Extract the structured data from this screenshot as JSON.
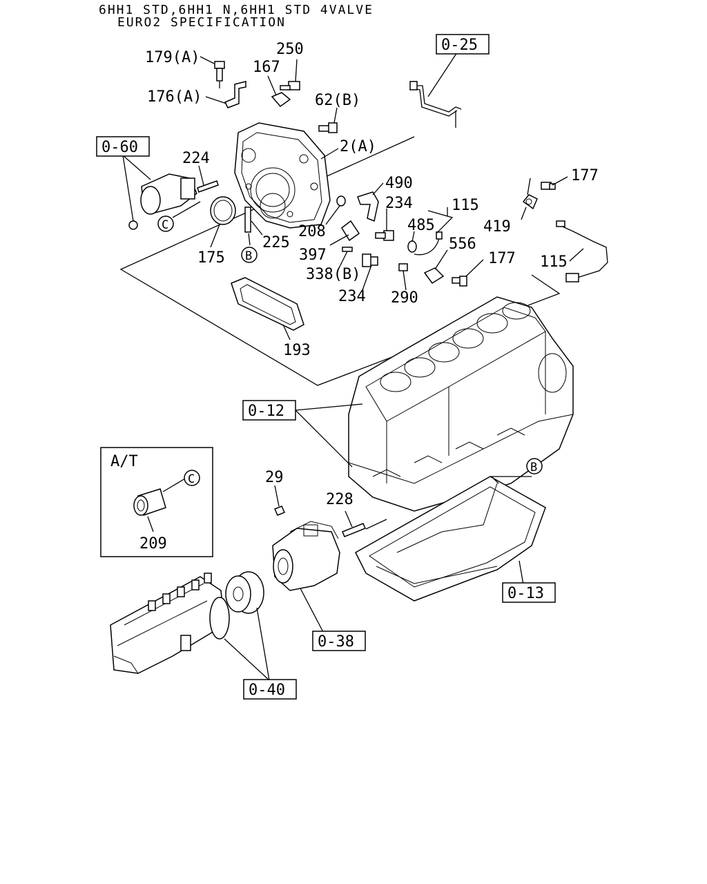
{
  "header": {
    "line1": "6HH1 STD,6HH1 N,6HH1 STD 4VALVE",
    "line2": "EURO2 SPECIFICATION"
  },
  "refs": {
    "r060": "0-60",
    "r025": "0-25",
    "r012": "0-12",
    "r013": "0-13",
    "r038": "0-38",
    "r040": "0-40"
  },
  "labels": {
    "p179a": "179(A)",
    "p250": "250",
    "p167": "167",
    "p176a": "176(A)",
    "p62b": "62(B)",
    "p2a": "2(A)",
    "p224": "224",
    "p175": "175",
    "p225": "225",
    "p208": "208",
    "p397": "397",
    "p490": "490",
    "p234a": "234",
    "p485": "485",
    "p115a": "115",
    "p556": "556",
    "p177a": "177",
    "p177b": "177",
    "p419": "419",
    "p115b": "115",
    "p338b": "338(B)",
    "p234b": "234",
    "p290": "290",
    "p193": "193",
    "p29": "29",
    "p228": "228",
    "p209": "209",
    "at": "A/T"
  },
  "markers": {
    "c1": "C",
    "c2": "C",
    "b1": "B",
    "b2": "B"
  },
  "colors": {
    "line": "#000000",
    "background": "#ffffff"
  }
}
